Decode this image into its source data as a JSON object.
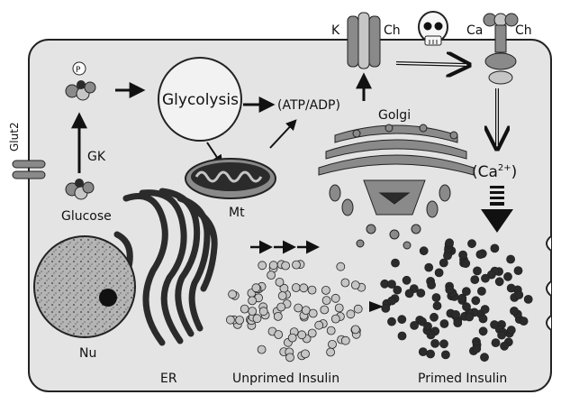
{
  "colors": {
    "cell_fill": "#e4e4e4",
    "outline": "#222222",
    "dark": "#2b2b2b",
    "mid": "#8a8a8a",
    "light": "#c6c6c6",
    "nucleus": "#a9a9a9"
  },
  "labels": {
    "glut2": "Glut2",
    "glucose": "Glucose",
    "gk": "GK",
    "phosphate": "P",
    "glycolysis": "Glycolysis",
    "atp_adp": "(ATP/ADP)",
    "mitochondrion": "Mt",
    "k_channel_k": "K",
    "k_channel_ch": "Ch",
    "ca_channel_ca": "Ca",
    "ca_channel_ch": "Ch",
    "golgi": "Golgi",
    "calcium_base": "(Ca",
    "calcium_sup": "2+",
    "calcium_close": ")",
    "nucleus": "Nu",
    "er": "ER",
    "unprimed_insulin": "Unprimed Insulin",
    "primed_insulin": "Primed Insulin"
  },
  "icons": [
    "skull-icon",
    "arrow-icon",
    "k-channel-icon",
    "ca-channel-icon",
    "glut2-transporter-icon",
    "sugar-molecule-icon",
    "mitochondrion-icon",
    "golgi-icon",
    "nucleus-icon",
    "er-icon",
    "insulin-granule-icon"
  ]
}
